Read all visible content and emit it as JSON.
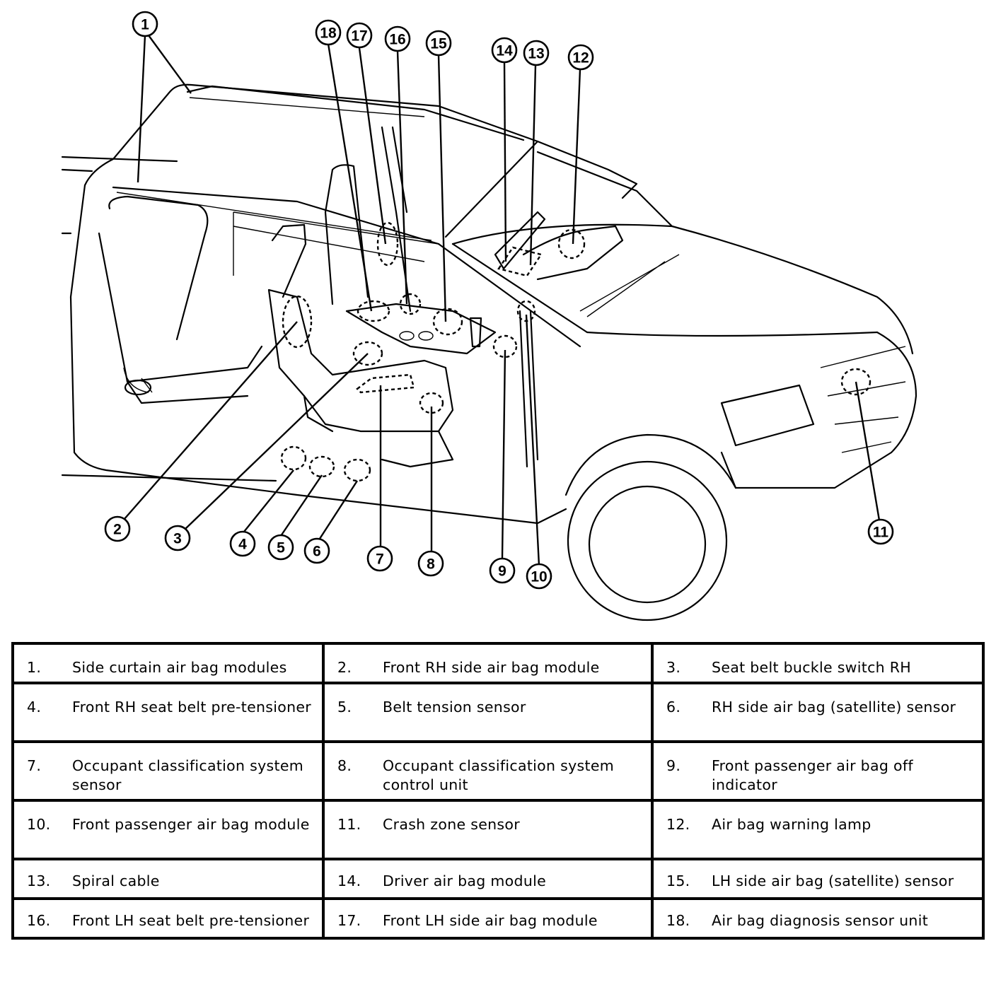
{
  "diagram": {
    "title": "Supplemental restraint system component locations",
    "subject": "Vehicle cutaway showing air bag system component locations",
    "callouts": [
      "1",
      "2",
      "3",
      "4",
      "5",
      "6",
      "7",
      "8",
      "9",
      "10",
      "11",
      "12",
      "13",
      "14",
      "15",
      "16",
      "17",
      "18"
    ]
  },
  "legend": {
    "rows": [
      [
        {
          "num": "1.",
          "text": "Side curtain air bag modules"
        },
        {
          "num": "2.",
          "text": "Front RH side air bag module"
        },
        {
          "num": "3.",
          "text": "Seat belt buckle switch RH"
        }
      ],
      [
        {
          "num": "4.",
          "text": "Front RH seat belt pre-tensioner"
        },
        {
          "num": "5.",
          "text": "Belt tension sensor"
        },
        {
          "num": "6.",
          "text": "RH side air bag (satellite) sensor"
        }
      ],
      [
        {
          "num": "7.",
          "text": "Occupant classification system sensor"
        },
        {
          "num": "8.",
          "text": "Occupant classification system control unit"
        },
        {
          "num": "9.",
          "text": "Front passenger air bag off indicator"
        }
      ],
      [
        {
          "num": "10.",
          "text": "Front passenger air bag module"
        },
        {
          "num": "11.",
          "text": "Crash zone sensor"
        },
        {
          "num": "12.",
          "text": "Air bag warning lamp"
        }
      ],
      [
        {
          "num": "13.",
          "text": "Spiral cable"
        },
        {
          "num": "14.",
          "text": "Driver air bag module"
        },
        {
          "num": "15.",
          "text": "LH side air bag (satellite) sensor"
        }
      ],
      [
        {
          "num": "16.",
          "text": "Front LH seat belt pre-tensioner"
        },
        {
          "num": "17.",
          "text": "Front LH side air bag module"
        },
        {
          "num": "18.",
          "text": "Air bag diagnosis sensor unit"
        }
      ]
    ]
  }
}
